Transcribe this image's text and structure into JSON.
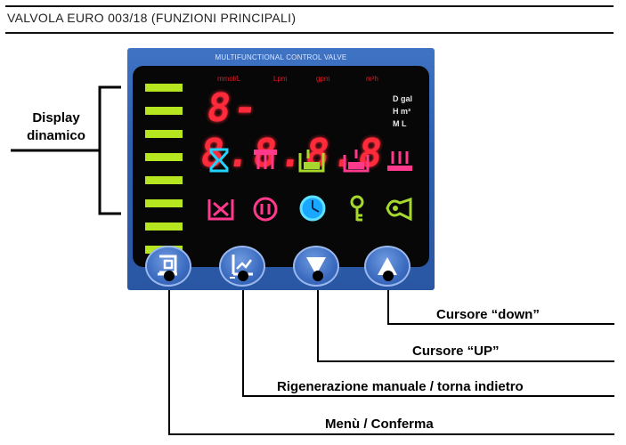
{
  "header": {
    "title": "VALVOLA EURO 003/18 (FUNZIONI PRINCIPALI)"
  },
  "panel": {
    "caption": "MULTIFUNCTIONAL CONTROL VALVE",
    "units_top": [
      "mmol/L",
      "Lpm",
      "gpm",
      "m³h"
    ],
    "units_right": [
      "D gal",
      "H m³",
      "M L"
    ],
    "digits": "8-8.8.8.8",
    "icons_row1": [
      "hourglass-icon",
      "backwash-icon",
      "brine-icon",
      "rinse-icon",
      "refill-icon"
    ],
    "icons_row2": [
      "no-brine-icon",
      "pause-icon",
      "clock-icon",
      "key-icon",
      "horn-icon"
    ],
    "colors": {
      "panel": "#2f5fb0",
      "screen": "#070707",
      "segment": "#ff2a3a",
      "bar": "#b6e61f",
      "cyan": "#22d3ff",
      "pink": "#ff3a8c",
      "green": "#a6d82e"
    }
  },
  "labels": {
    "display": "Display dinamico",
    "cursor_down": "Cursore “down”",
    "cursor_up": "Cursore “UP”",
    "regen": "Rigenerazione manuale / torna indietro",
    "menu": "Menù / Conferma"
  }
}
